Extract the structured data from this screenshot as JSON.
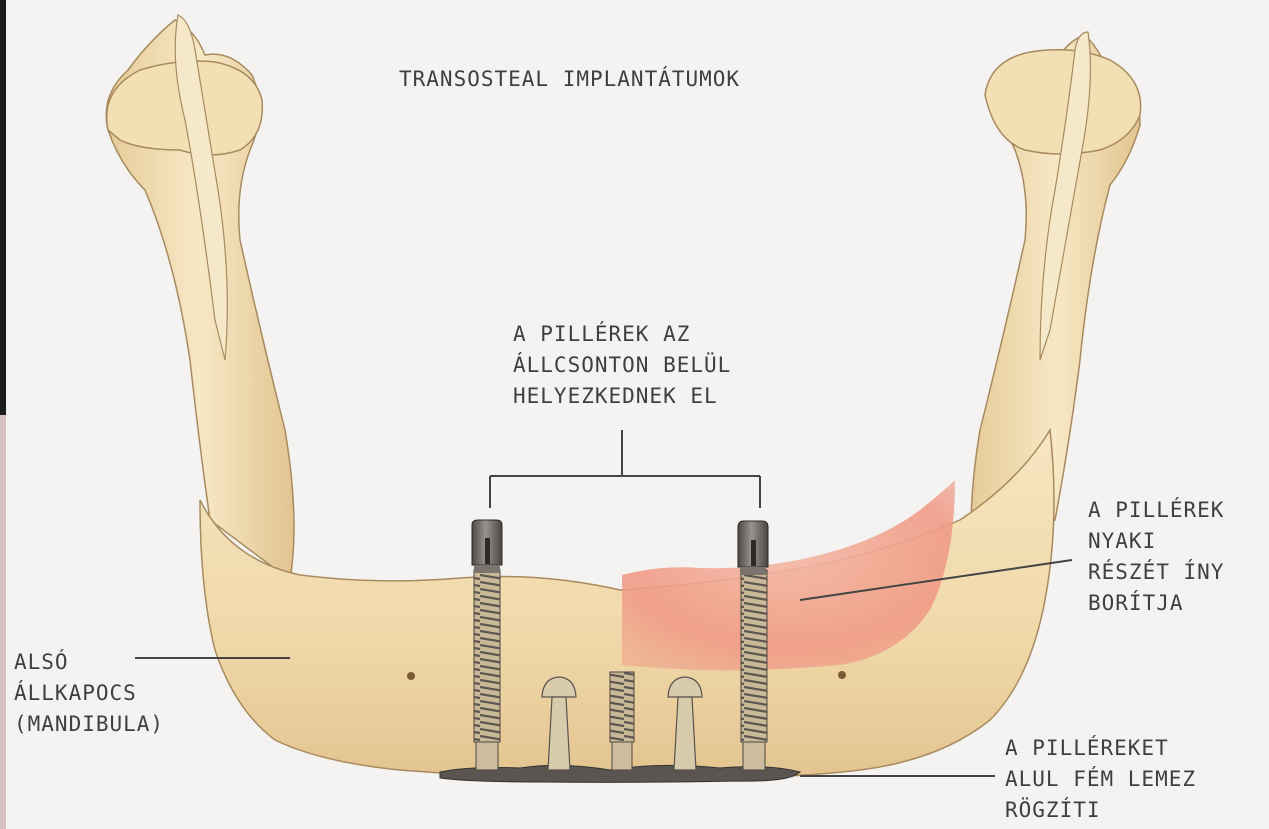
{
  "title": "TRANSOSTEAL IMPLANTÁTUMOK",
  "labels": {
    "pillars_inside": [
      "A PILLÉREK AZ",
      "ÁLLCSONTON BELÜL",
      "HELYEZKEDNEK EL"
    ],
    "gum_cover": [
      "A PILLÉREK",
      "NYAKI",
      "RÉSZÉT ÍNY",
      "BORÍTJA"
    ],
    "mandible": [
      "ALSÓ",
      "ÁLLKAPOCS",
      "(MANDIBULA)"
    ],
    "plate": [
      "A PILLÉREKET",
      "ALUL FÉM LEMEZ",
      "RÖGZÍTI"
    ]
  },
  "colors": {
    "bone": "#f2ddb0",
    "bone_shadow": "#d8b988",
    "gum": "#f0a08e",
    "metal": "#6d6763",
    "leader_line": "#444444",
    "text": "#3f3f3f"
  }
}
